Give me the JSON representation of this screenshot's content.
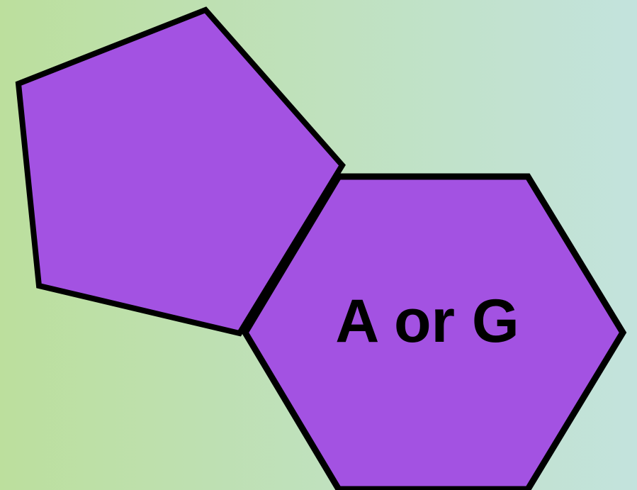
{
  "colors": {
    "background_left": "#bcdf9d",
    "background_right": "#c3e3dd",
    "shape_fill": "#a352e2",
    "shape_stroke": "#000000",
    "label_color": "#000000"
  },
  "diagram": {
    "shapes": [
      {
        "kind": "pentagon",
        "label": ""
      },
      {
        "kind": "hexagon",
        "label": "A or G"
      }
    ]
  }
}
